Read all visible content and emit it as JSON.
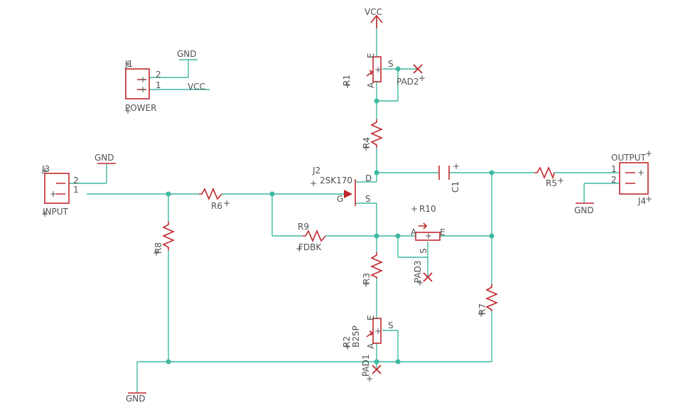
{
  "power_labels": {
    "vcc_top": "VCC",
    "vcc_j1": "VCC",
    "gnd_j1": "GND",
    "gnd_j3": "GND",
    "gnd_j4": "GND",
    "gnd_bottom": "GND"
  },
  "connectors": {
    "j1": {
      "ref": "J1",
      "name": "POWER",
      "pin1": "1",
      "pin2": "2"
    },
    "j3": {
      "ref": "J3",
      "name": "INPUT",
      "pin1": "1",
      "pin2": "2"
    },
    "j4": {
      "ref": "J4",
      "name": "OUTPUT",
      "pin1": "1",
      "pin2": "2"
    }
  },
  "resistors": {
    "r3": "R3",
    "r4": "R4",
    "r5": "R5",
    "r6": "R6",
    "r7": "R7",
    "r8": "R8",
    "r9_ref": "R9",
    "r9_value": "FDBK"
  },
  "trimmers": {
    "r1": {
      "ref": "R1",
      "pin_e": "E",
      "pin_a": "A",
      "pin_s": "S"
    },
    "r2": {
      "ref": "R2",
      "value": "B25P",
      "pin_e": "E",
      "pin_a": "A",
      "pin_s": "S"
    },
    "r10": {
      "ref": "R10",
      "pin_a": "A",
      "pin_e": "E",
      "pin_s": "S"
    }
  },
  "jfet": {
    "ref": "J2",
    "value": "2SK170",
    "pin_d": "D",
    "pin_g": "G",
    "pin_s": "S"
  },
  "capacitor": {
    "ref": "C1"
  },
  "pads": {
    "pad1": "PAD1",
    "pad2": "PAD2",
    "pad3": "PAD3"
  },
  "colors": {
    "wire": "#3fb8a0",
    "part": "#c0282f",
    "text": "#505050"
  }
}
